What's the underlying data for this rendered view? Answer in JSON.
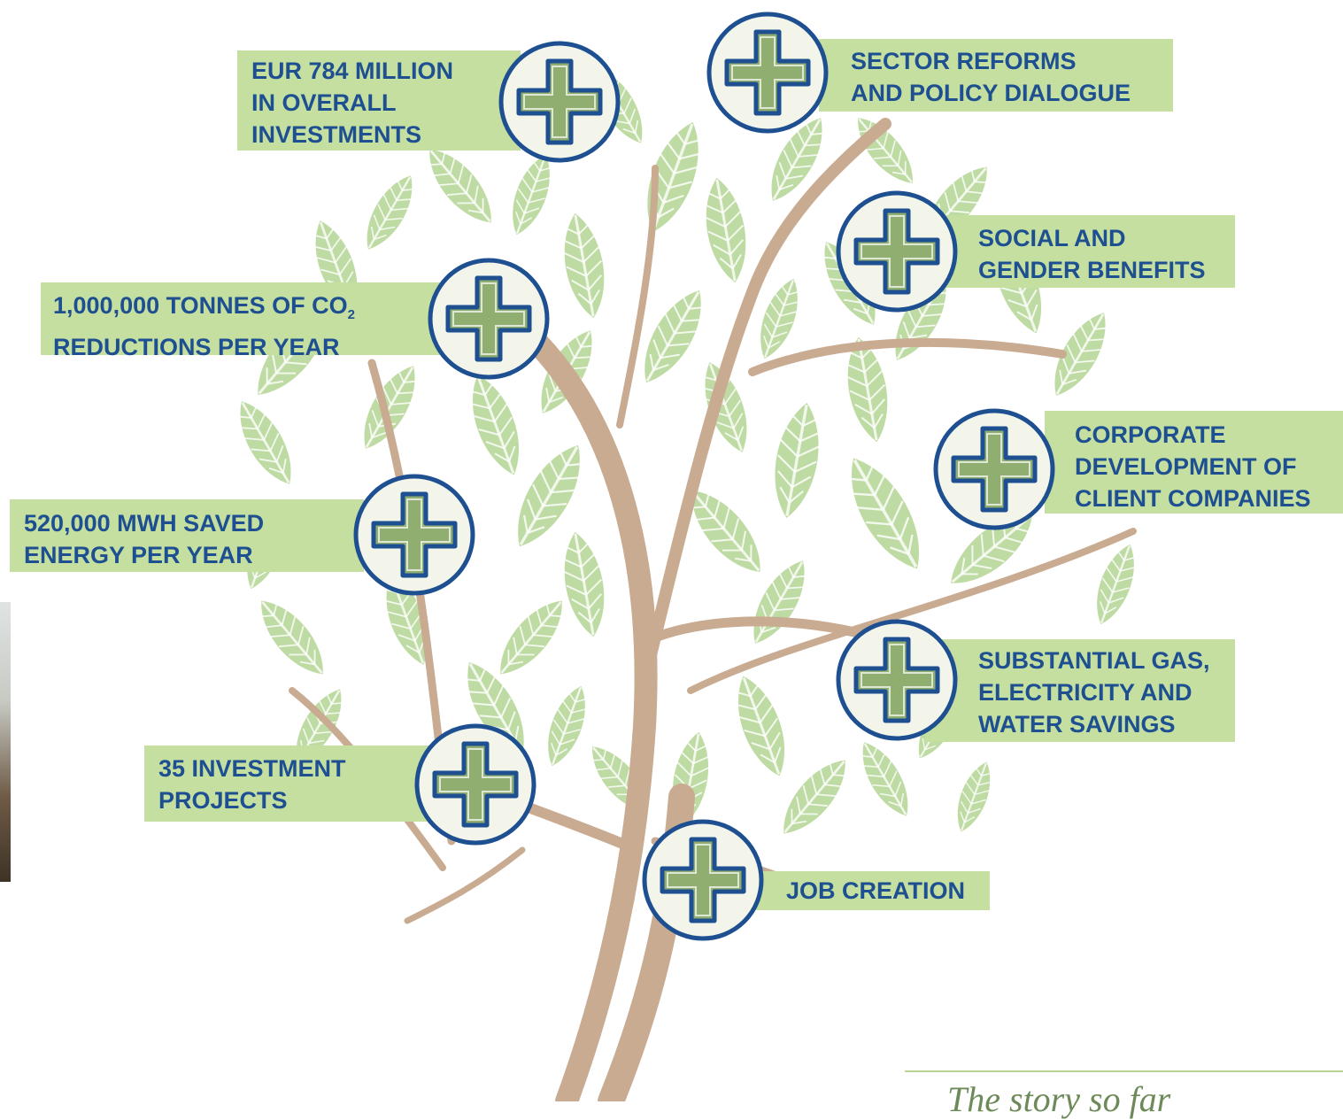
{
  "colors": {
    "label_bg": "#c5dfa0",
    "label_text": "#1d4f91",
    "badge_ring": "#1d4f91",
    "badge_fill": "#f3f5ea",
    "trunk": "#c9ab92",
    "leaf": "#a9cf86"
  },
  "icons": {
    "badge": "plus-icon",
    "tree": "tree-illustration"
  },
  "labels": {
    "investments": [
      "EUR 784 MILLION",
      "IN OVERALL",
      "INVESTMENTS"
    ],
    "co2_line1": "1,000,000 TONNES OF CO",
    "co2_sub": "2",
    "co2_line2": "REDUCTIONS PER YEAR",
    "energy": [
      "520,000 MWH SAVED",
      "ENERGY PER YEAR"
    ],
    "projects": [
      "35 INVESTMENT",
      "PROJECTS"
    ],
    "sector": [
      "SECTOR REFORMS",
      "AND POLICY DIALOGUE"
    ],
    "social": [
      "SOCIAL AND",
      "GENDER BENEFITS"
    ],
    "corporate": [
      "CORPORATE",
      "DEVELOPMENT OF",
      "CLIENT COMPANIES"
    ],
    "savings": [
      "SUBSTANTIAL GAS,",
      "ELECTRICITY AND",
      "WATER SAVINGS"
    ],
    "jobs": [
      "JOB CREATION"
    ]
  },
  "footer": {
    "title": "The story so far"
  }
}
